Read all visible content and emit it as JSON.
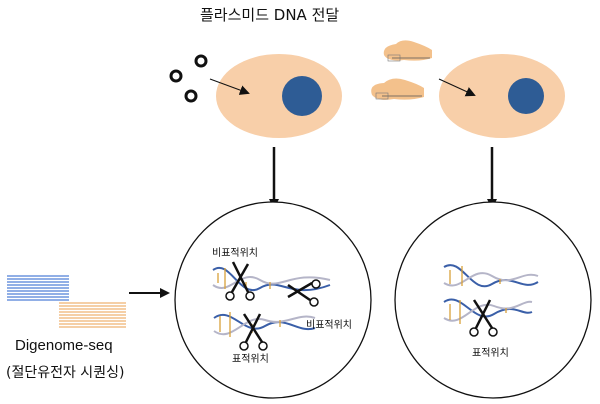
{
  "title": "플라스미드 DNA 전달",
  "method": {
    "name": "Digenome-seq",
    "description": "(절단유전자 시퀀싱)"
  },
  "labels": {
    "off_target": "비표적위치",
    "on_target": "표적위치"
  },
  "colors": {
    "cell": "#f8cfa9",
    "nucleus": "#2e5c95",
    "reads_blue": "#4f7fd8",
    "reads_orange": "#f2bf88",
    "rnp": "#f3c18c"
  },
  "icons": [
    "plasmid-ring-icon",
    "rnp-complex-icon",
    "scissors-icon",
    "dna-helix-icon",
    "arrow-icon"
  ]
}
